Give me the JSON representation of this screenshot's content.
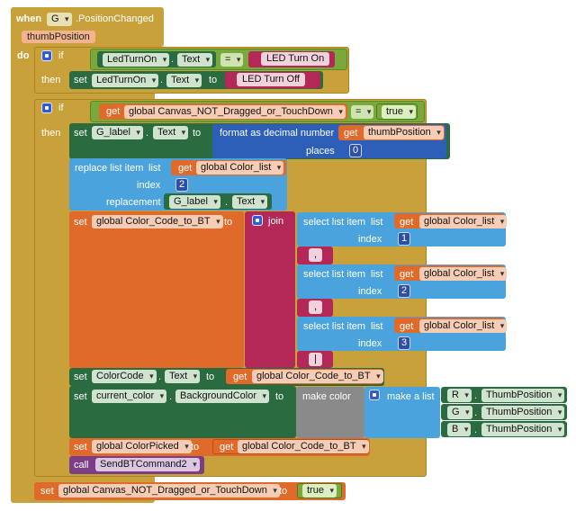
{
  "event": {
    "when": "when",
    "component": "G",
    "event_name": ".PositionChanged",
    "param": "thumbPosition",
    "do": "do"
  },
  "keywords": {
    "if": "if",
    "then": "then",
    "set": "set",
    "to": "to",
    "get": "get",
    "call": "call",
    "dot": "."
  },
  "if1": {
    "lhs_component": "LedTurnOn",
    "lhs_prop": "Text",
    "op": "=",
    "rhs_text": "LED Turn On",
    "then_component": "LedTurnOn",
    "then_prop": "Text",
    "then_text": "LED Turn Off"
  },
  "if2": {
    "lhs_var": "global Canvas_NOT_Dragged_or_TouchDown",
    "op": "=",
    "rhs": "true",
    "set_label": {
      "component": "G_label",
      "prop": "Text",
      "format": "format as decimal number",
      "number_var": "thumbPosition",
      "places_label": "places",
      "places_value": "0"
    },
    "replace": {
      "label": "replace list item",
      "list_label": "list",
      "list_var": "global Color_list",
      "index_label": "index",
      "index_value": "2",
      "replacement_label": "replacement",
      "rep_component": "G_label",
      "rep_prop": "Text"
    },
    "set_code": {
      "var": "global Color_Code_to_BT",
      "join": "join",
      "select_label": "select list item",
      "list_label": "list",
      "index_label": "index",
      "list_var": "global Color_list",
      "items": [
        {
          "index": "1",
          "sep": ","
        },
        {
          "index": "2",
          "sep": ","
        },
        {
          "index": "3",
          "sep": "|"
        }
      ]
    },
    "set_colorcode": {
      "component": "ColorCode",
      "prop": "Text",
      "var": "global Color_Code_to_BT"
    },
    "set_current": {
      "component": "current_color",
      "prop": "BackgroundColor",
      "make_color": "make color",
      "make_list": "make a list",
      "rows": [
        {
          "component": "R",
          "prop": "ThumbPosition"
        },
        {
          "component": "G",
          "prop": "ThumbPosition"
        },
        {
          "component": "B",
          "prop": "ThumbPosition"
        }
      ]
    },
    "set_picked": {
      "var": "global ColorPicked",
      "get_var": "global Color_Code_to_BT"
    },
    "call_proc": {
      "name": "SendBTCommand2"
    }
  },
  "final_set": {
    "var": "global Canvas_NOT_Dragged_or_TouchDown",
    "value": "true"
  }
}
